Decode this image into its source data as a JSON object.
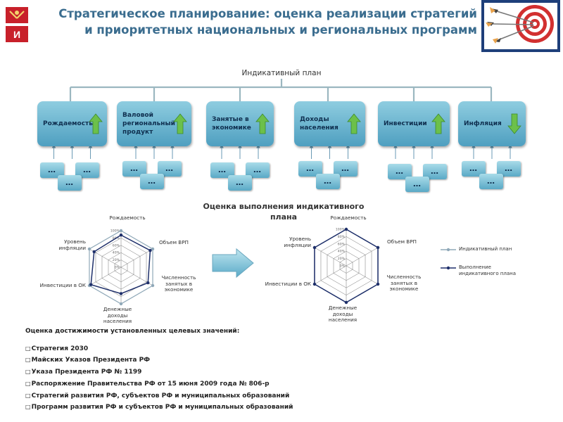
{
  "header": {
    "title_line1": "Стратегическое планирование: оценка реализации стратегий",
    "title_line2": "и приоритетных национальных и региональных программ"
  },
  "plan": {
    "title": "Индикативный план",
    "cards": [
      {
        "label": "Рождаемость",
        "direction": "up"
      },
      {
        "label": "Валовой региональный продукт",
        "direction": "up"
      },
      {
        "label": "Занятые в экономике",
        "direction": "up"
      },
      {
        "label": "Доходы населения",
        "direction": "up"
      },
      {
        "label": "Инвестиции",
        "direction": "up"
      },
      {
        "label": "Инфляция",
        "direction": "down"
      }
    ],
    "sub_label": "…"
  },
  "evaluation": {
    "title_line1": "Оценка выполнения индикативного",
    "title_line2": "плана"
  },
  "radar": {
    "axes": [
      "Рождаемость",
      "Объем ВРП",
      "Численность занятых в экономике",
      "Денежные доходы населения",
      "Инвестиции в ОК",
      "Уровень инфляции"
    ],
    "ticks": [
      "0%",
      "20%",
      "40%",
      "60%",
      "80%",
      "100%"
    ],
    "left": {
      "plan": [
        100,
        100,
        100,
        100,
        100,
        100
      ],
      "actual": [
        88,
        92,
        85,
        72,
        95,
        85
      ]
    },
    "right": {
      "plan": [
        100,
        100,
        100,
        100,
        100,
        100
      ],
      "actual": [
        100,
        100,
        100,
        100,
        100,
        100
      ]
    }
  },
  "legend": {
    "plan": "Индикативный план",
    "actual": "Выполнение индикативного плана"
  },
  "bottom": {
    "header": "Оценка достижимости установленных целевых значений:",
    "items": [
      "Стратегия 2030",
      "Майских Указов Президента РФ",
      "Указа Президента РФ № 1199",
      "Распоряжение Правительства РФ от 15 июня 2009 года № 806-р",
      "Стратегий развития РФ, субъектов РФ и муниципальных образований",
      "Программ развития РФ и субъектов РФ и муниципальных образований"
    ]
  },
  "colors": {
    "title": "#3b6d8f",
    "card_top": "#8fcde0",
    "card_bottom": "#4f9fc0",
    "arrow": "#6cc04a",
    "plan_line": "#8fa8b8",
    "actual_line": "#1e2f6a"
  }
}
